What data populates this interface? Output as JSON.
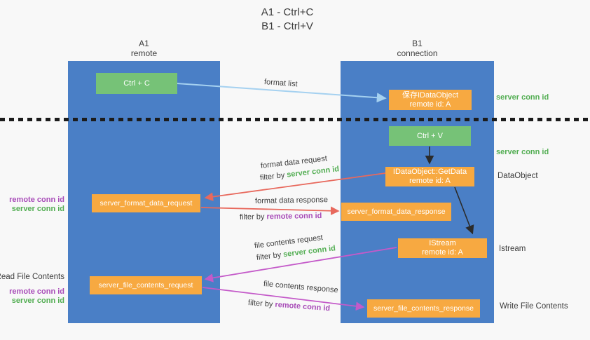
{
  "title": {
    "line1": "A1 - Ctrl+C",
    "line2": "B1 - Ctrl+V"
  },
  "lane_a": {
    "name": "A1",
    "subtitle": "remote"
  },
  "lane_b": {
    "name": "B1",
    "subtitle": "connection"
  },
  "nodes": {
    "ctrl_c": {
      "label": "Ctrl + C"
    },
    "save_idataobject": {
      "line1": "保存IDataObject",
      "line2": "remote id: A"
    },
    "ctrl_v": {
      "label": "Ctrl + V"
    },
    "getdata": {
      "line1": "IDataObject::GetData",
      "line2": "remote id: A"
    },
    "server_format_data_request": {
      "label": "server_format_data_request"
    },
    "server_format_data_response": {
      "label": "server_format_data_response"
    },
    "istream": {
      "line1": "IStream",
      "line2": "remote id: A"
    },
    "server_file_contents_request": {
      "label": "server_file_contents_request"
    },
    "server_file_contents_response": {
      "label": "server_file_contents_response"
    }
  },
  "right_labels": {
    "server_conn_id_top": "server conn id",
    "server_conn_id_mid": "server conn id",
    "dataobject": "DataObject",
    "istream": "Istream",
    "write_file_contents": "Write File Contents"
  },
  "left_labels": {
    "group1": {
      "remote_conn_id": "remote conn id",
      "server_conn_id": "server conn id"
    },
    "read_file_contents": "Read File Contents",
    "group2": {
      "remote_conn_id": "remote conn id",
      "server_conn_id": "server conn id"
    }
  },
  "flow_labels": {
    "format_list": "format list",
    "format_data_request": "format data request",
    "format_data_request_filter": {
      "prefix": "filter by ",
      "value": "server conn id"
    },
    "format_data_response": "format data response",
    "format_data_response_filter": {
      "prefix": "filter by ",
      "value": "remote conn id"
    },
    "file_contents_request": "file contents request",
    "file_contents_request_filter": {
      "prefix": "filter by ",
      "value": "server conn id"
    },
    "file_contents_response": "file contents response",
    "file_contents_response_filter": {
      "prefix": "filter by ",
      "value": "remote conn id"
    }
  },
  "colors": {
    "lane_blue": "#4a7fc6",
    "box_green": "#76c277",
    "box_orange": "#f7a941",
    "arrow_blue": "#a5d1f0",
    "arrow_red": "#e8695d",
    "arrow_magenta": "#c45ac9",
    "arrow_black": "#2b2b2b",
    "label_green": "#53ae53",
    "label_purple": "#a84cb8",
    "text_dark": "#3d3d3d",
    "background": "#f8f8f8"
  }
}
